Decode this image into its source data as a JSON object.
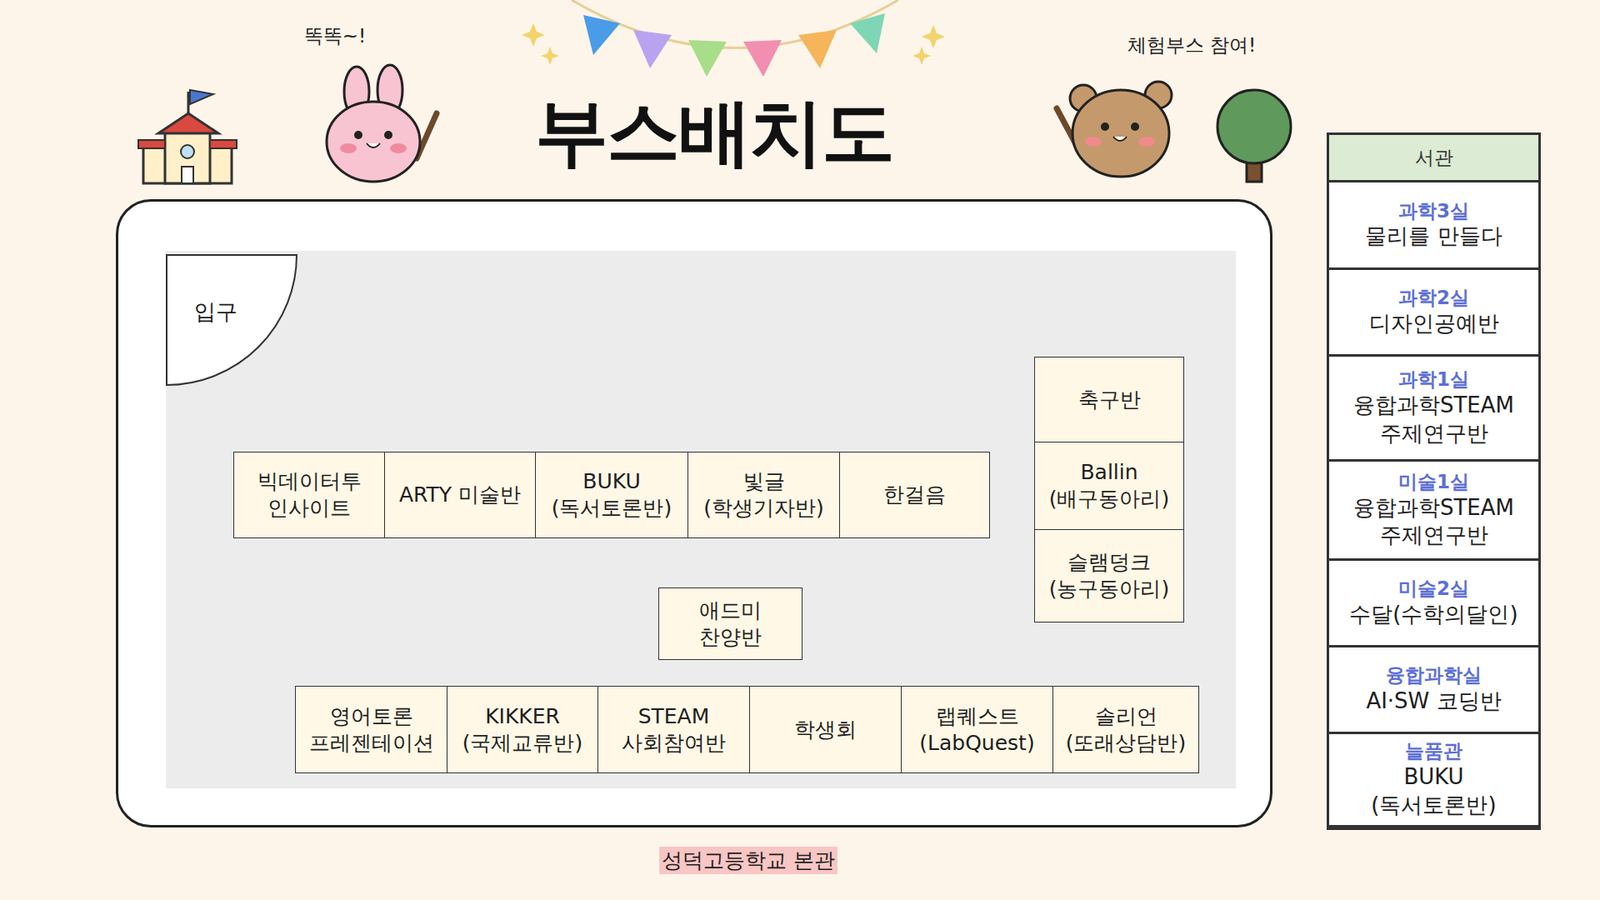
{
  "diagram": {
    "title": "부스배치도",
    "nodes": [
      {
        "text": [
          "성덕고등학교 본관"
        ]
      },
      {
        "text": [
          "입구"
        ],
        "in": 0
      },
      {
        "text": [
          "빅데이터투 인사이트"
        ],
        "in": 0
      },
      {
        "text": [
          "ARTY 미술반"
        ],
        "in": 0
      },
      {
        "text": [
          "BUKU (독서토론반)"
        ],
        "in": 0
      },
      {
        "text": [
          "빛글 (학생기자반)"
        ],
        "in": 0
      },
      {
        "text": [
          "한걸음"
        ],
        "in": 0
      },
      {
        "text": [
          "축구반"
        ],
        "in": 0
      },
      {
        "text": [
          "Ballin (배구동아리)"
        ],
        "in": 0
      },
      {
        "text": [
          "슬램덩크 (농구동아리)"
        ],
        "in": 0
      },
      {
        "text": [
          "애드미 찬양반"
        ],
        "in": 0
      },
      {
        "text": [
          "영어토론 프레젠테이션"
        ],
        "in": 0
      },
      {
        "text": [
          "KIKKER (국제교류반)"
        ],
        "in": 0
      },
      {
        "text": [
          "STEAM 사회참여반"
        ],
        "in": 0
      },
      {
        "text": [
          "학생회"
        ],
        "in": 0
      },
      {
        "text": [
          "랩퀘스트 (LabQuest)"
        ],
        "in": 0
      },
      {
        "text": [
          "솔리언 (또래상담반)"
        ],
        "in": 0
      },
      {
        "text": [
          "서관"
        ]
      },
      {
        "text": [
          "과학3실",
          "물리를 만들다"
        ],
        "in": 17
      },
      {
        "text": [
          "과학2실",
          "디자인공예반"
        ],
        "in": 17
      },
      {
        "text": [
          "과학1실",
          "융합과학STEAM 주제연구반"
        ],
        "in": 17
      },
      {
        "text": [
          "미술1실",
          "융합과학STEAM 주제연구반"
        ],
        "in": 17
      },
      {
        "text": [
          "미술2실",
          "수달(수학의달인)"
        ],
        "in": 17
      },
      {
        "text": [
          "융합과학실",
          "AI·SW 코딩반"
        ],
        "in": 17
      },
      {
        "text": [
          "늘품관",
          "BUKU (독서토론반)"
        ],
        "in": 17
      }
    ],
    "labels": [
      "똑똑~!",
      "체험부스 참여!"
    ]
  }
}
